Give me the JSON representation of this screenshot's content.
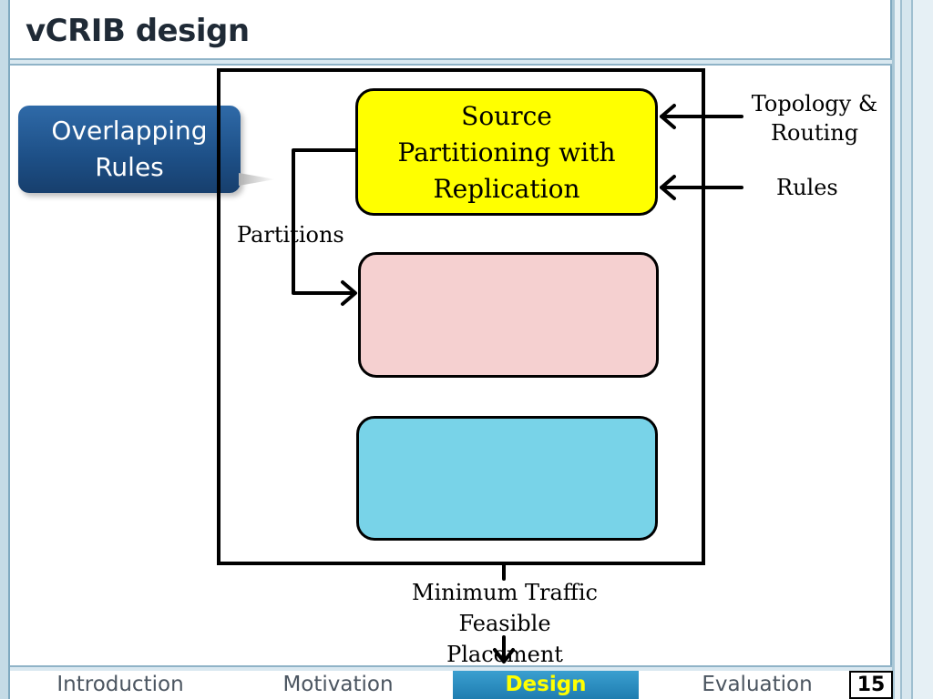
{
  "slide": {
    "title": "vCRIB design",
    "page_number": "15"
  },
  "callout": {
    "text_line1": "Overlapping",
    "text_line2": "Rules"
  },
  "diagram": {
    "stage1_line1": "Source",
    "stage1_line2": "Partitioning with",
    "stage1_line3": "Replication",
    "partitions_label": "Partitions",
    "input_topology_line1": "Topology &",
    "input_topology_line2": "Routing",
    "input_rules": "Rules",
    "output_line1": "Minimum Traffic",
    "output_line2": "Feasible",
    "output_line3": "Placement",
    "colors": {
      "stage1": "#ffff00",
      "stage2": "#f5d0d0",
      "stage3": "#78d3e8"
    }
  },
  "nav": {
    "items": [
      "Introduction",
      "Motivation",
      "Design",
      "Evaluation"
    ],
    "active": "Design"
  }
}
